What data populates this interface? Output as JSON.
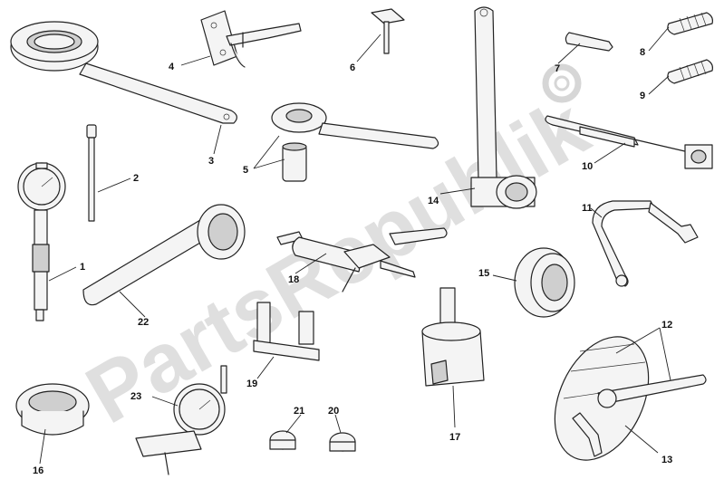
{
  "watermark": "PartsRepublik",
  "callouts": [
    {
      "id": "1",
      "label": "1"
    },
    {
      "id": "2",
      "label": "2"
    },
    {
      "id": "3",
      "label": "3"
    },
    {
      "id": "4",
      "label": "4"
    },
    {
      "id": "5",
      "label": "5"
    },
    {
      "id": "6",
      "label": "6"
    },
    {
      "id": "7",
      "label": "7"
    },
    {
      "id": "8",
      "label": "8"
    },
    {
      "id": "9",
      "label": "9"
    },
    {
      "id": "10",
      "label": "10"
    },
    {
      "id": "11",
      "label": "11"
    },
    {
      "id": "12",
      "label": "12"
    },
    {
      "id": "13",
      "label": "13"
    },
    {
      "id": "14",
      "label": "14"
    },
    {
      "id": "15",
      "label": "15"
    },
    {
      "id": "16",
      "label": "16"
    },
    {
      "id": "17",
      "label": "17"
    },
    {
      "id": "18",
      "label": "18"
    },
    {
      "id": "19",
      "label": "19"
    },
    {
      "id": "20",
      "label": "20"
    },
    {
      "id": "21",
      "label": "21"
    },
    {
      "id": "22",
      "label": "22"
    },
    {
      "id": "23",
      "label": "23"
    }
  ]
}
